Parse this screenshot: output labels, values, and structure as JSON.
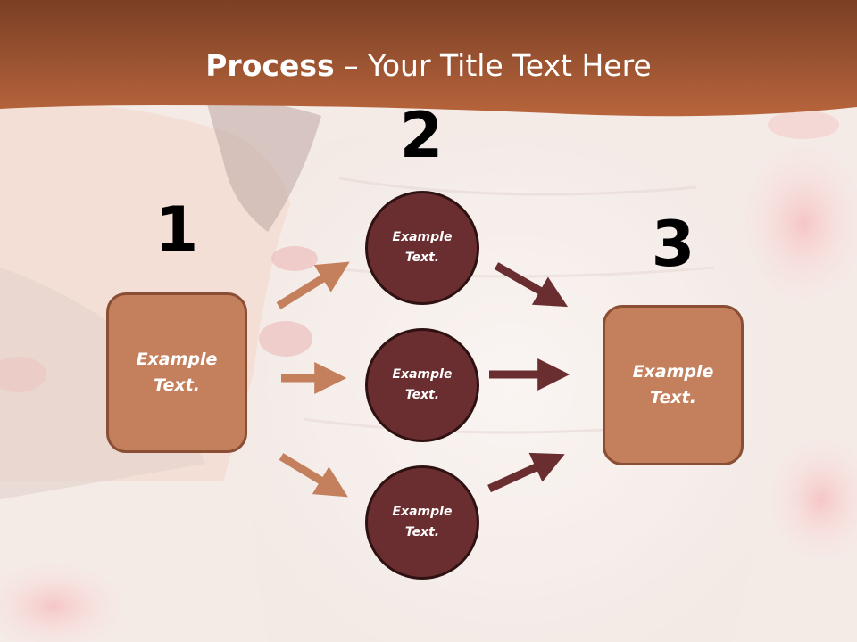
{
  "title": {
    "bold": "Process",
    "rest": " – Your Title Text Here"
  },
  "steps": [
    {
      "number": "1",
      "label": "Example\nText."
    },
    {
      "number": "2",
      "label": "Example\nText."
    },
    {
      "number": "3",
      "label": "Example\nText."
    }
  ],
  "circles": [
    {
      "label": "Example\nText."
    },
    {
      "label": "Example\nText."
    },
    {
      "label": "Example\nText."
    }
  ],
  "colors": {
    "header": "#a85c36",
    "box_fill": "#c4805c",
    "box_border": "#8a4e34",
    "circle_fill": "#6b2e30",
    "arrow_light": "#c4805c",
    "arrow_dark": "#6b2e30"
  }
}
